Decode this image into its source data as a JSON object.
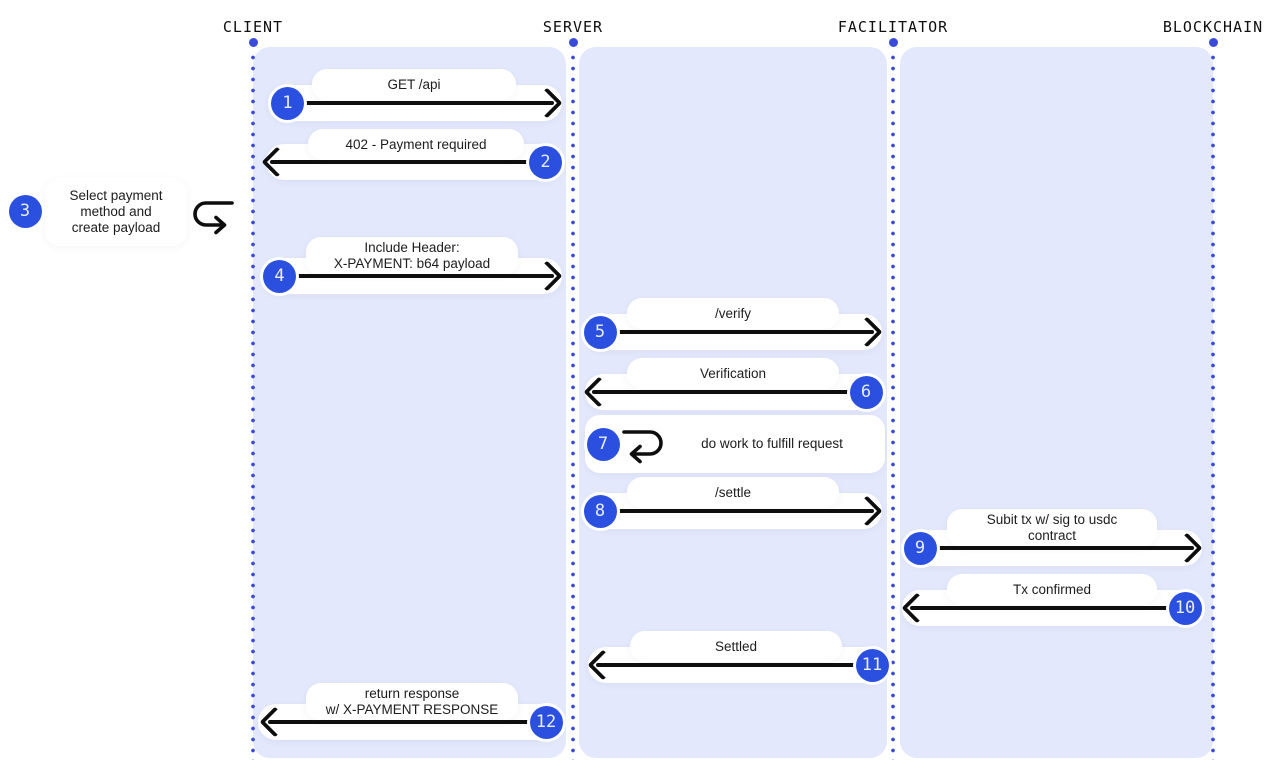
{
  "diagram": {
    "type": "sequence",
    "actors": [
      {
        "name": "CLIENT"
      },
      {
        "name": "SERVER"
      },
      {
        "name": "FACILITATOR"
      },
      {
        "name": "BLOCKCHAIN"
      }
    ],
    "steps": [
      {
        "num": "1",
        "label": "GET /api",
        "from": "CLIENT",
        "to": "SERVER",
        "direction": "right"
      },
      {
        "num": "2",
        "label": "402 - Payment required",
        "from": "SERVER",
        "to": "CLIENT",
        "direction": "left"
      },
      {
        "num": "3",
        "label": "Select payment\nmethod and\ncreate payload",
        "from": "CLIENT",
        "to": "CLIENT",
        "direction": "self"
      },
      {
        "num": "4",
        "label": "Include Header:\nX-PAYMENT: b64 payload",
        "from": "CLIENT",
        "to": "SERVER",
        "direction": "right"
      },
      {
        "num": "5",
        "label": "/verify",
        "from": "SERVER",
        "to": "FACILITATOR",
        "direction": "right"
      },
      {
        "num": "6",
        "label": "Verification",
        "from": "FACILITATOR",
        "to": "SERVER",
        "direction": "left"
      },
      {
        "num": "7",
        "label": "do work to fulfill request",
        "from": "SERVER",
        "to": "SERVER",
        "direction": "self"
      },
      {
        "num": "8",
        "label": "/settle",
        "from": "SERVER",
        "to": "FACILITATOR",
        "direction": "right"
      },
      {
        "num": "9",
        "label": "Subit tx w/ sig to usdc\ncontract",
        "from": "FACILITATOR",
        "to": "BLOCKCHAIN",
        "direction": "right"
      },
      {
        "num": "10",
        "label": "Tx confirmed",
        "from": "BLOCKCHAIN",
        "to": "FACILITATOR",
        "direction": "left"
      },
      {
        "num": "11",
        "label": "Settled",
        "from": "FACILITATOR",
        "to": "SERVER",
        "direction": "left"
      },
      {
        "num": "12",
        "label": "return response\nw/ X-PAYMENT RESPONSE",
        "from": "SERVER",
        "to": "CLIENT",
        "direction": "left"
      }
    ],
    "colors": {
      "step_circle": "#2b4fdf",
      "lifeline": "#3a4bd8",
      "panel": "#e4e8fc",
      "arrow": "#0e0e0e",
      "message_pill": "#ffffff",
      "background": "#ffffff"
    }
  }
}
